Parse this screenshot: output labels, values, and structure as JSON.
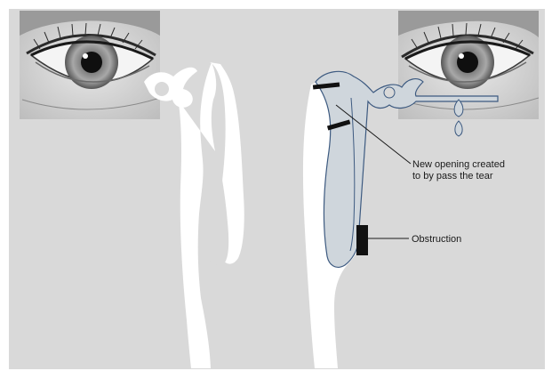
{
  "diagram": {
    "labels": {
      "new_opening_line1": "New opening created",
      "new_opening_line2": "to by pass the tear",
      "obstruction": "Obstruction"
    },
    "colors": {
      "background": "#d9d9d9",
      "duct_fill": "#ffffff",
      "duct_fill_right": "#cfd6dc",
      "duct_outline": "#3d5a80",
      "obstruction": "#111111",
      "leader_line": "#1a1a1a"
    },
    "icons": [
      "eye-photo-left-icon",
      "eye-photo-right-icon",
      "teardrop-icon"
    ]
  }
}
